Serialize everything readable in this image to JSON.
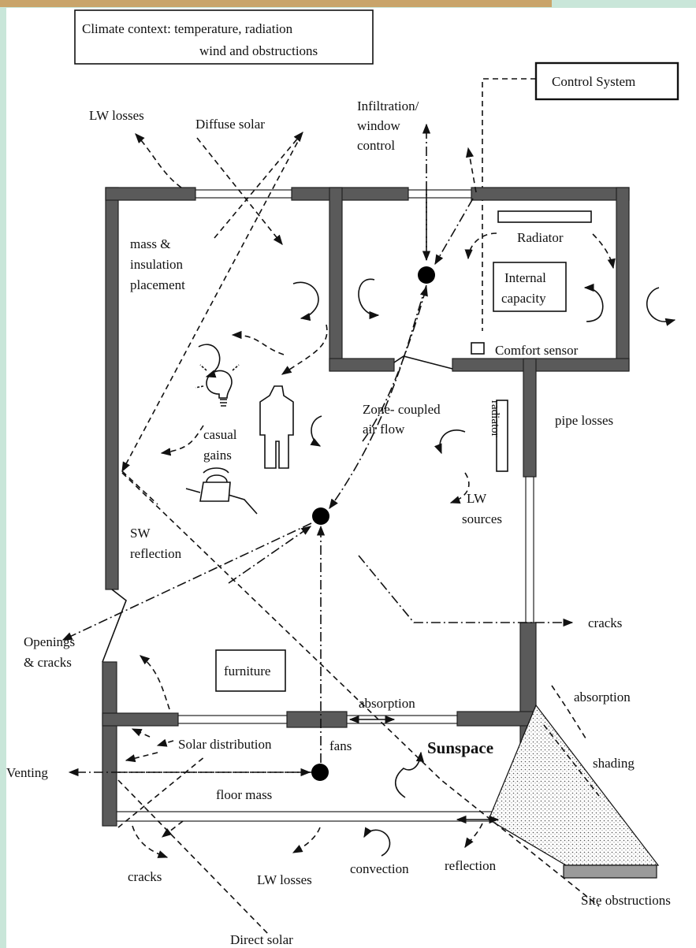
{
  "colors": {
    "background": "#c9e6d9",
    "paper": "#ffffff",
    "wall": "#5a5a5a",
    "top_bar": "#c9a46a"
  },
  "labels": {
    "climate_line1": "Climate context: temperature, radiation",
    "climate_line2": "wind and obstructions",
    "control_system": "Control System",
    "lw_losses_top": "LW losses",
    "diffuse_solar": "Diffuse solar",
    "infiltration_1": "Infiltration/",
    "infiltration_2": "window",
    "infiltration_3": "control",
    "mass_1": "mass &",
    "mass_2": "insulation",
    "mass_3": "placement",
    "radiator_top": "Radiator",
    "internal_1": "Internal",
    "internal_2": "capacity",
    "comfort_sensor": "Comfort sensor",
    "casual_1": "casual",
    "casual_2": "gains",
    "zone_1": "Zone- coupled",
    "zone_2": "air flow",
    "radiator_side": "radiator",
    "pipe_losses": "pipe losses",
    "lw_sources_1": "LW",
    "lw_sources_2": "sources",
    "sw_1": "SW",
    "sw_2": "reflection",
    "openings_1": "Openings",
    "openings_2": "& cracks",
    "cracks_right": "cracks",
    "furniture": "furniture",
    "absorption_mid": "absorption",
    "absorption_right": "absorption",
    "solar_distribution": "Solar distribution",
    "fans": "fans",
    "sunspace": "Sunspace",
    "shading": "shading",
    "venting": "Venting",
    "floor_mass": "floor mass",
    "cracks_bottom": "cracks",
    "lw_losses_bottom": "LW losses",
    "convection": "convection",
    "reflection": "reflection",
    "site_obstructions": "Site obstructions",
    "direct_solar": "Direct solar"
  }
}
